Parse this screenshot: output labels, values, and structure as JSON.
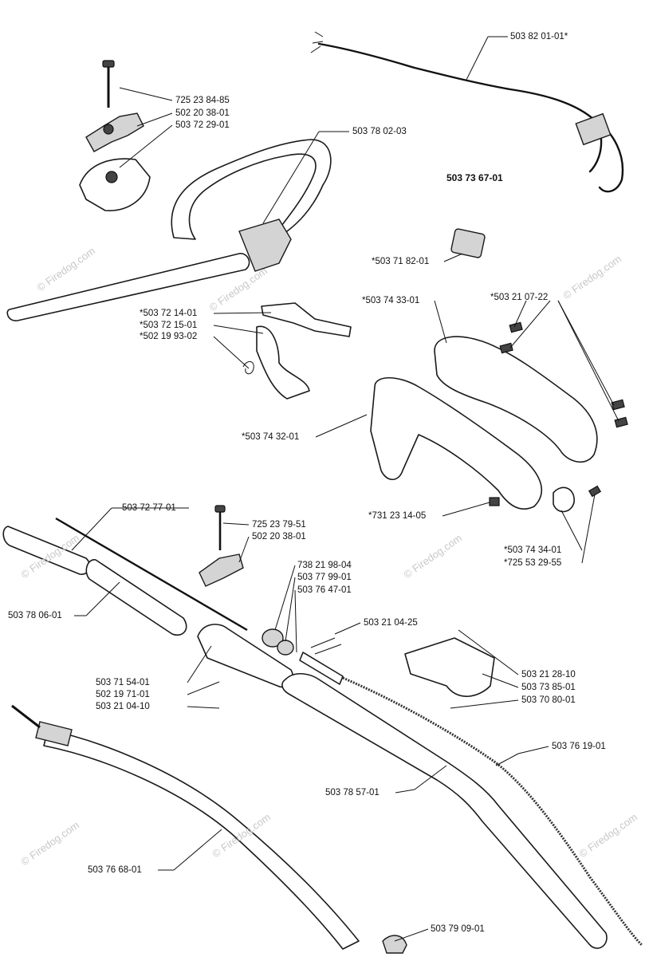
{
  "watermark": "© Firedog.com",
  "assembly_label": "503 73 67-01",
  "part_labels": {
    "p1": "503 82 01-01*",
    "p2": "725 23 84-85",
    "p3": "502 20 38-01",
    "p4": "503 72 29-01",
    "p5": "503 78 02-03",
    "p6": "*503 71 82-01",
    "p7": "*503 74 33-01",
    "p8": "*503 21 07-22",
    "p9": "*503 72 14-01",
    "p10": "*503 72 15-01",
    "p11": "*502 19 93-02",
    "p12": "*503 74 32-01",
    "p13": "503 72 77-01",
    "p14": "725 23 79-51",
    "p15": "502 20 38-01",
    "p16": "*731 23 14-05",
    "p17": "*503 74 34-01",
    "p18": "*725 53 29-55",
    "p19": "738 21 98-04",
    "p20": "503 77 99-01",
    "p21": "503 76 47-01",
    "p22": "503 78 06-01",
    "p23": "503 21 04-25",
    "p24": "503 21 28-10",
    "p25": "503 73 85-01",
    "p26": "503 70 80-01",
    "p27": "503 71 54-01",
    "p28": "502 19 71-01",
    "p29": "503 21 04-10",
    "p30": "503 76 19-01",
    "p31": "503 78 57-01",
    "p32": "503 76 68-01",
    "p33": "503 79 09-01"
  }
}
